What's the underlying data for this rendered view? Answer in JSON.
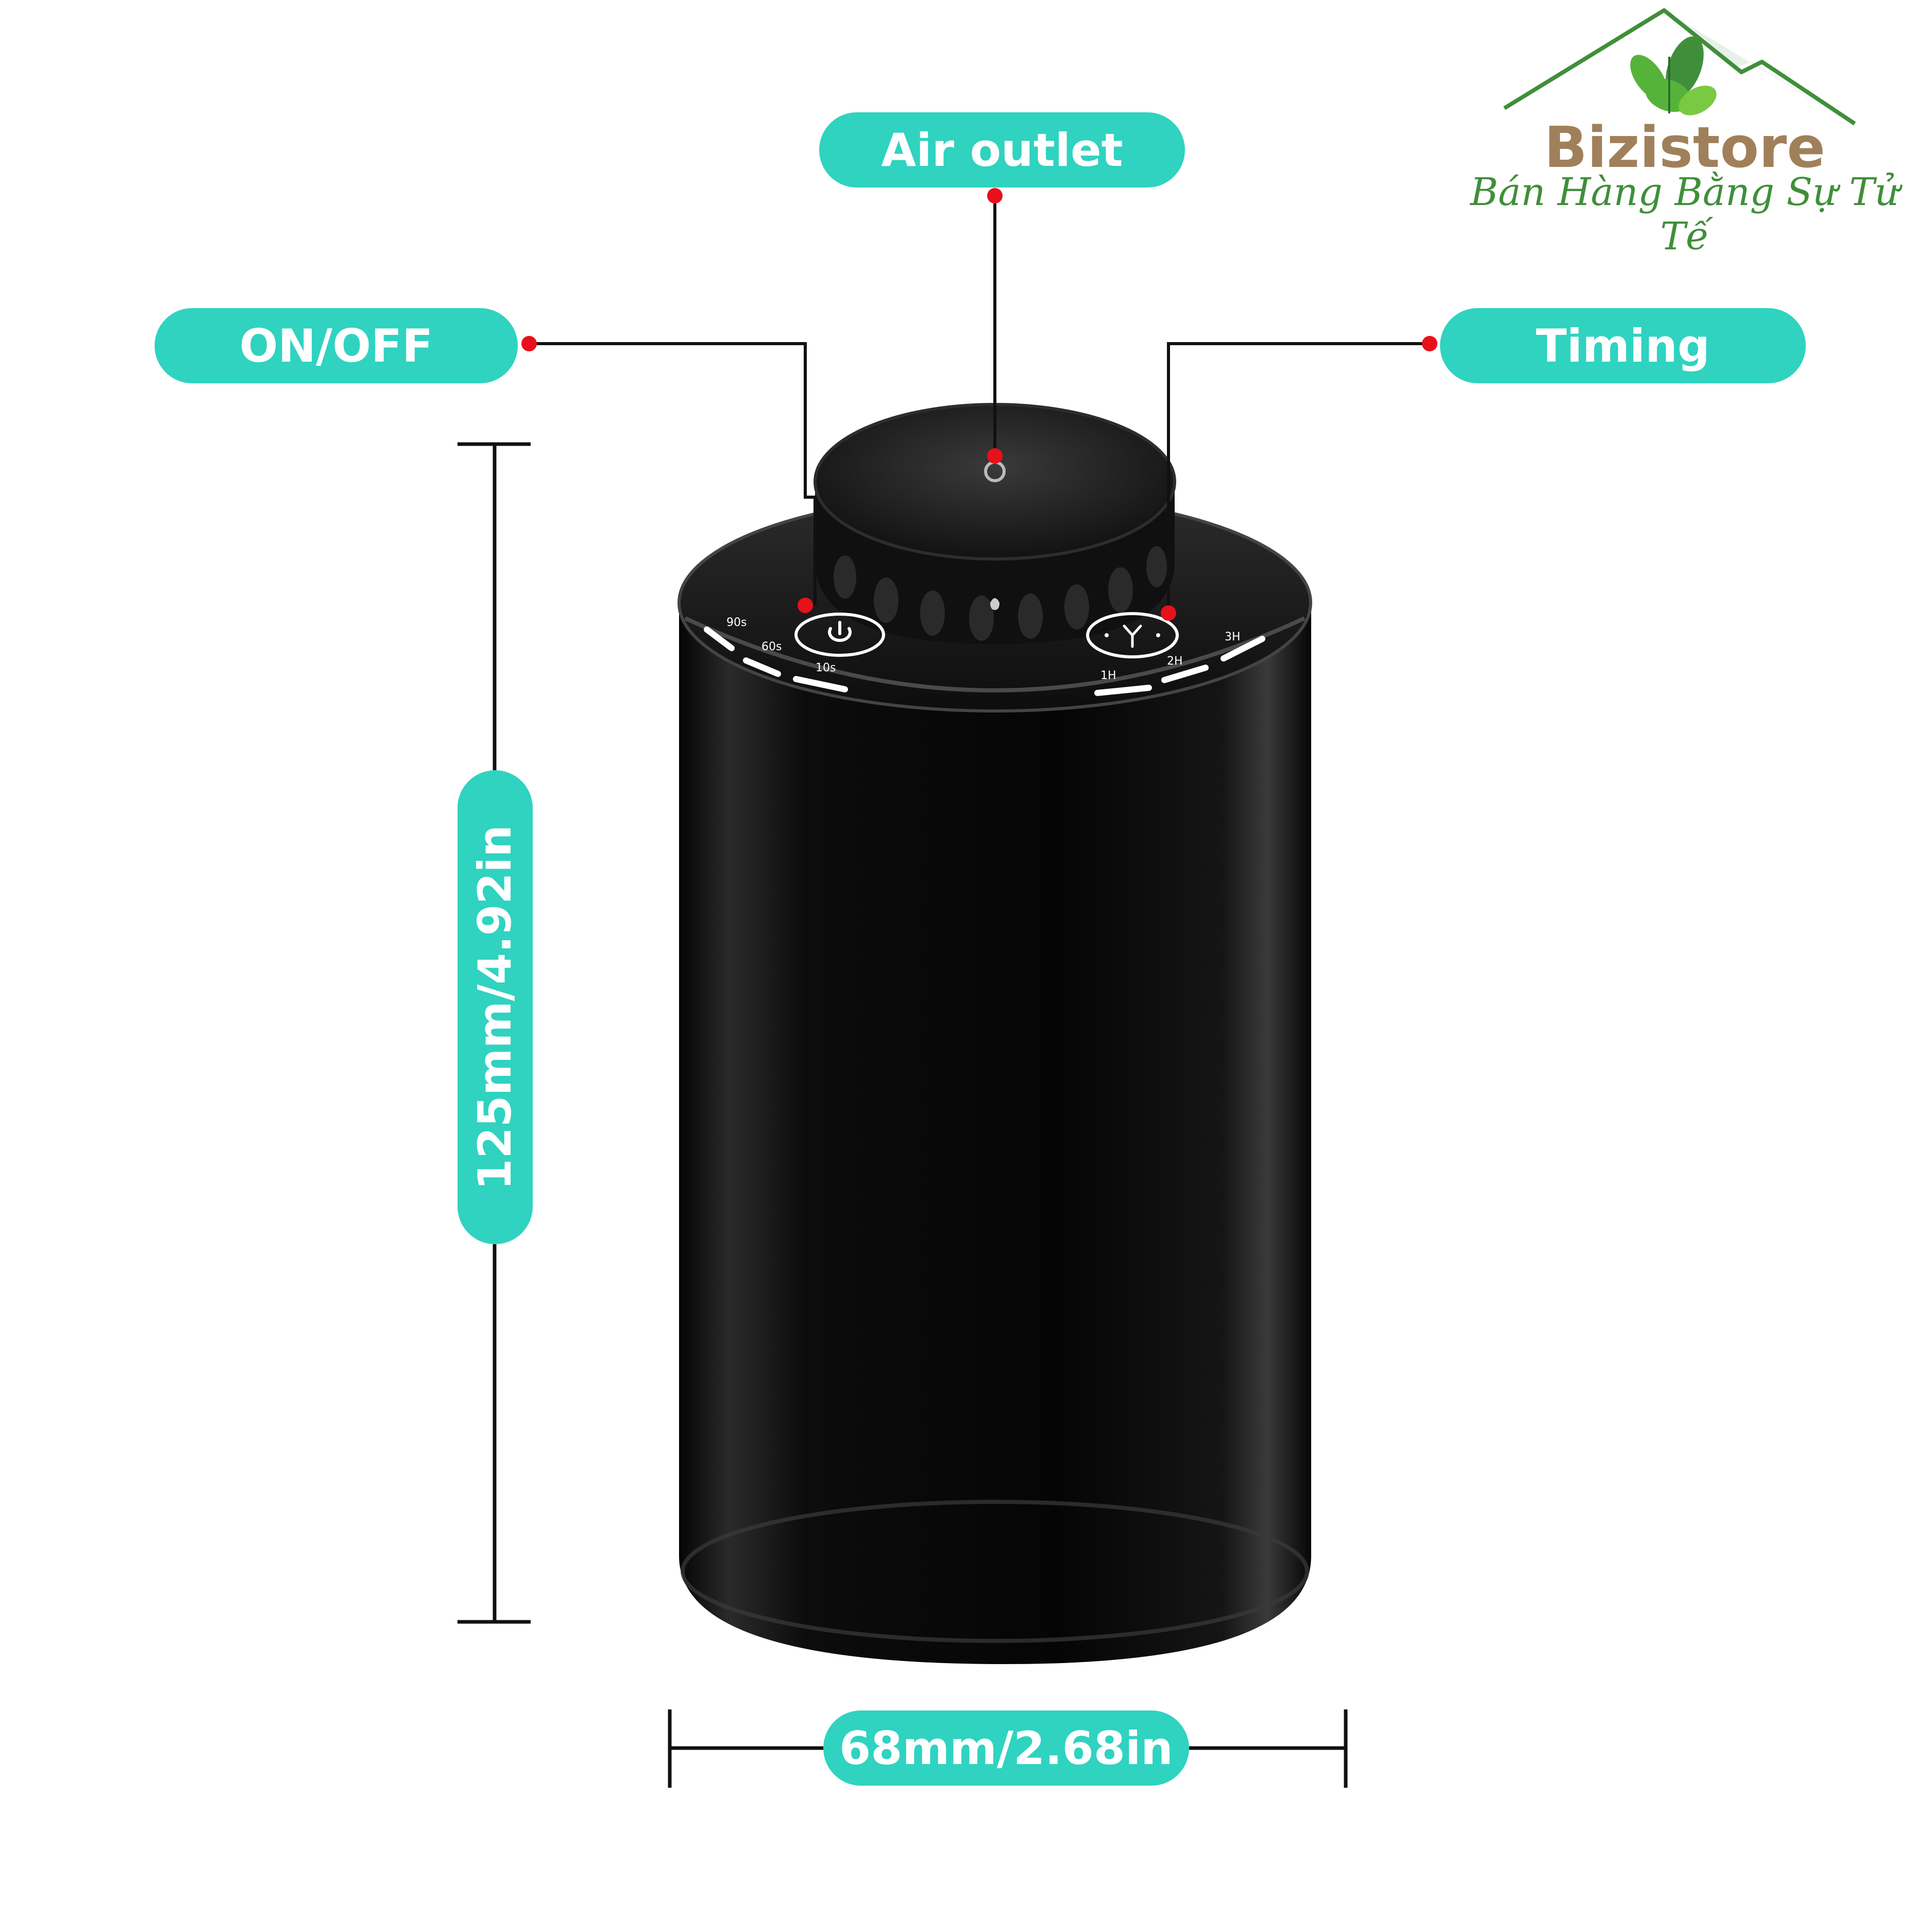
{
  "brand": {
    "name": "Bizistore",
    "slogan": "Bán Hàng Bằng Sự Tử Tế",
    "colors": {
      "name": "#a0805a",
      "slogan": "#3f8f3a",
      "leaf": "#56b33a",
      "roof": "#3f8f3a"
    }
  },
  "callouts": {
    "air_outlet": "Air outlet",
    "on_off": "ON/OFF",
    "timing": "Timing"
  },
  "dimensions": {
    "height": "125mm/4.92in",
    "width": "68mm/2.68in"
  },
  "device": {
    "left_scale": [
      "90s",
      "60s",
      "10s"
    ],
    "right_scale": [
      "1H",
      "2H",
      "3H"
    ],
    "power_icon": "power-icon",
    "timer_icon": "clock-icon"
  },
  "colors": {
    "accent": "#2fd3c0",
    "marker": "#e8101a",
    "body": "#0a0a0a",
    "line": "#111111"
  }
}
